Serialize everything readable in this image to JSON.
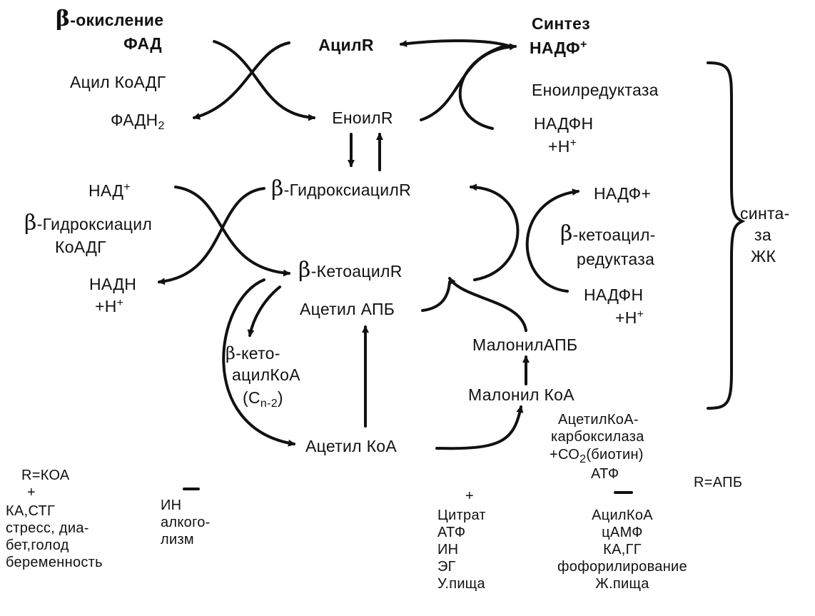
{
  "colors": {
    "ink": "#111111",
    "background": "#ffffff"
  },
  "labels": {
    "beta_symbol": "β",
    "beta_ox_title": "-окисление",
    "fad": "ФАД",
    "acyl_coa_dh": "Ацил КоАДГ",
    "fadh_base": "ФАДН",
    "fadh_sub": "2",
    "acyl_r": "АцилR",
    "enoyl_r": "ЕноилR",
    "synthesis_title": "Синтез",
    "nadp_base": "НАДФ",
    "plus": "+",
    "enoyl_reductase": "Еноилредуктаза",
    "nadph": "НАДФН",
    "h_plus_base": "+Н",
    "nad_base": "НАД",
    "hydroxyacyl_r": "-ГидроксиацилR",
    "hydroxyacyl": "-Гидроксиацил",
    "coa_dh": "КоАДГ",
    "nadh": "НАДН",
    "nadp_plus_inline": "НАДФ+",
    "ketoacyl": "-кетоацил-",
    "reductase": "редуктаза",
    "ketoacyl_r": "-КетоацилR",
    "acetyl_apb": "Ацетил АПБ",
    "keto": "-кето-",
    "acyl_coa": "ацилКоА",
    "cn2_c": "(С",
    "cn2_sub": "n-2",
    "cn2_close": ")",
    "malonyl_apb": "МалонилАПБ",
    "malonyl_coa": "Малонил КоА",
    "acetyl_coa": "Ацетил КоА",
    "carboxylase_1": "АцетилКоА-",
    "carboxylase_2": "карбоксилаза",
    "co2_pre": "+СО",
    "co2_sub": "2",
    "co2_post": "(биотин)",
    "atf": "АТФ",
    "synthase_1": "синта-",
    "synthase_2": "за",
    "synthase_3": "ЖК",
    "r_koa": "R=КОА",
    "r_apb": "R=АПБ",
    "minus": "—"
  },
  "regulation": {
    "beta_activators": [
      "КА,СТГ",
      "стресс, диа-",
      "бет,голод",
      "беременность"
    ],
    "beta_inhibitors": [
      "ИН",
      "алкого-",
      "лизм"
    ],
    "synth_activators": [
      "Цитрат",
      "АТФ",
      "ИН",
      "ЭГ",
      "У.пища"
    ],
    "synth_inhibitors": [
      "АцилКоА",
      "цАМФ",
      "КА,ГГ",
      "фофорилирование",
      "Ж.пища"
    ]
  }
}
